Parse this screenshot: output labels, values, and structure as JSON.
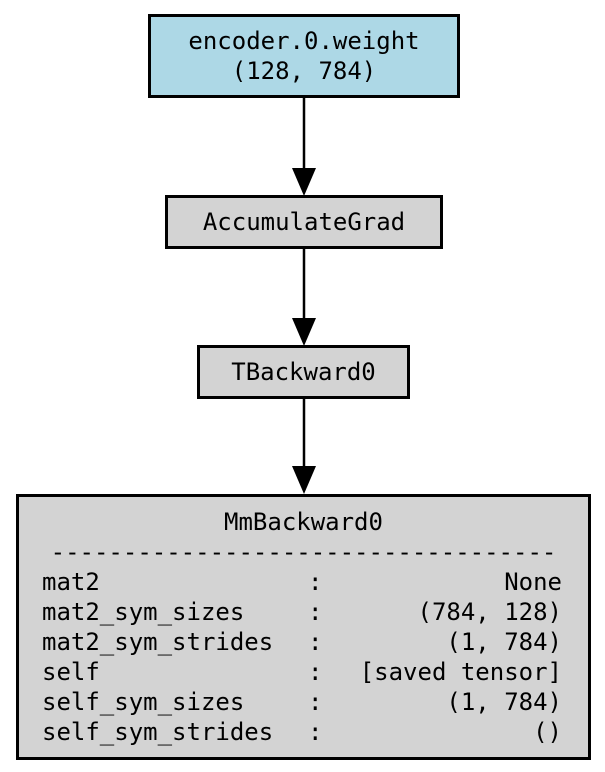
{
  "colors": {
    "variable_fill": "#add8e6",
    "function_fill": "#d3d3d3",
    "edge": "#000000"
  },
  "nodes": {
    "variable": {
      "name": "encoder.0.weight",
      "shape": "(128, 784)"
    },
    "accumulate": {
      "label": "AccumulateGrad"
    },
    "tbackward": {
      "label": "TBackward0"
    },
    "mmbackward": {
      "title": "MmBackward0",
      "separator": "-----------------------------------",
      "rows": [
        {
          "key": "mat2",
          "sep": ":",
          "value": "None"
        },
        {
          "key": "mat2_sym_sizes",
          "sep": ":",
          "value": "(784, 128)"
        },
        {
          "key": "mat2_sym_strides",
          "sep": ":",
          "value": "(1, 784)"
        },
        {
          "key": "self",
          "sep": ":",
          "value": "[saved tensor]"
        },
        {
          "key": "self_sym_sizes",
          "sep": ":",
          "value": "(1, 784)"
        },
        {
          "key": "self_sym_strides",
          "sep": ":",
          "value": "()"
        }
      ]
    }
  }
}
